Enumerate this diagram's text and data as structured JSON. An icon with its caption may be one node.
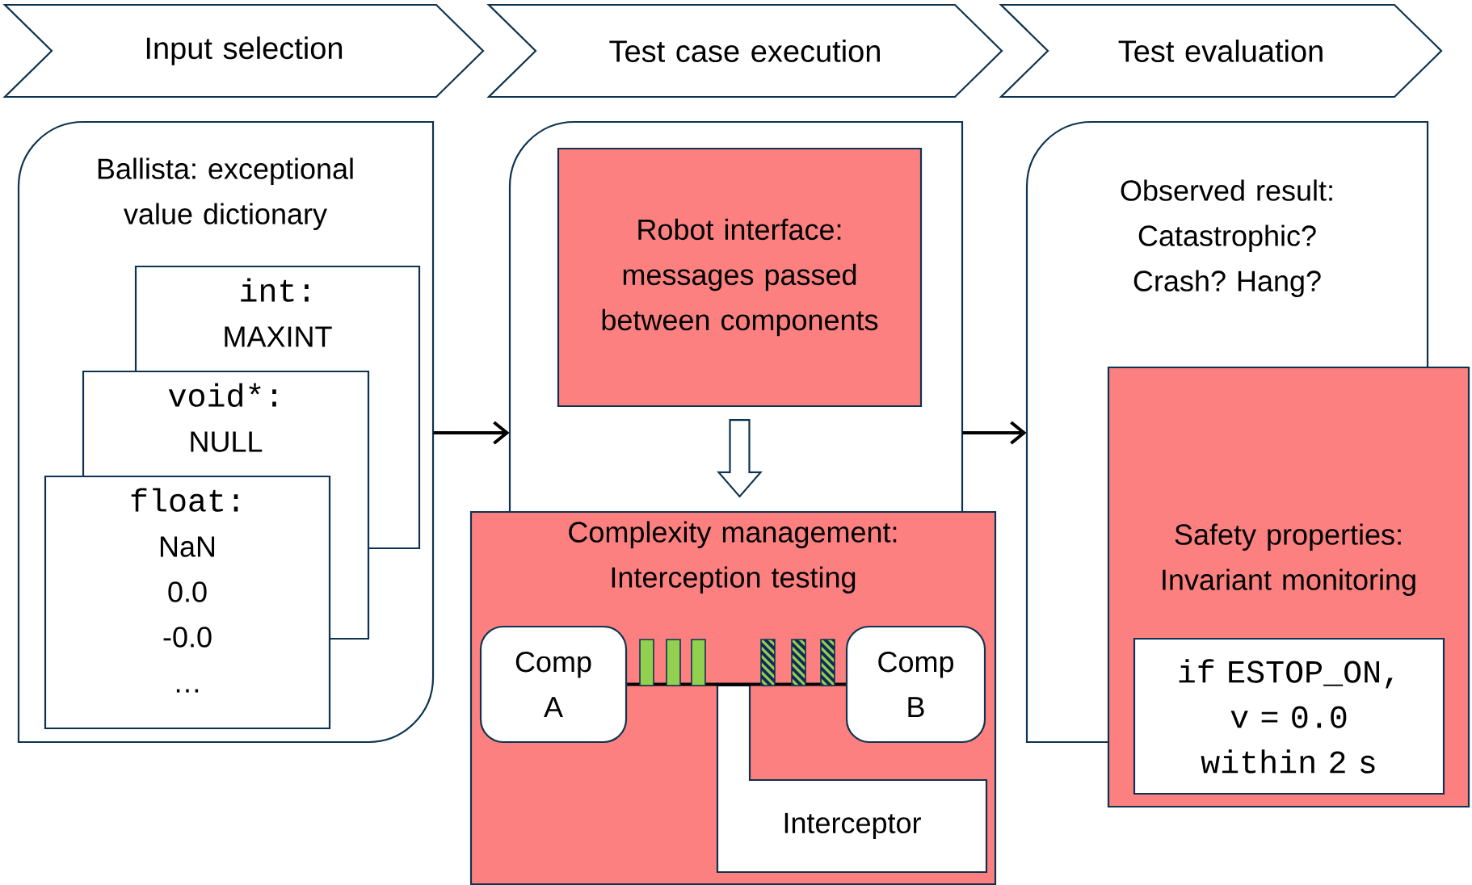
{
  "diagram": {
    "nodes": [
      {
        "text": [
          "Input selection"
        ]
      },
      {
        "text": [
          "Test case execution"
        ]
      },
      {
        "text": [
          "Test evaluation"
        ]
      },
      {
        "text": [
          "Ballista: exceptional value dictionary"
        ]
      },
      {
        "text": [
          "int:",
          "MAXINT"
        ],
        "in": 3
      },
      {
        "text": [
          "void*:",
          "NULL"
        ],
        "in": 3
      },
      {
        "text": [
          "float:",
          "NaN",
          "0.0",
          "-0.0",
          "…"
        ],
        "in": 3
      },
      {
        "text": [],
        "shape": "box"
      },
      {
        "text": [
          "Robot interface: messages passed between components"
        ],
        "in": 7
      },
      {
        "text": [
          "Complexity management: Interception testing"
        ]
      },
      {
        "text": [
          "Comp A"
        ],
        "in": 9
      },
      {
        "text": [
          "Comp B"
        ],
        "in": 9
      },
      {
        "text": [
          "Interceptor"
        ],
        "in": 9
      },
      {
        "text": [
          "Observed result: Catastrophic? Crash? Hang?"
        ]
      },
      {
        "text": [
          "Safety properties: Invariant monitoring"
        ]
      },
      {
        "text": [
          "if ESTOP_ON, v = 0.0 within 2 s"
        ],
        "in": 14
      }
    ],
    "edges": [
      {
        "from": 3,
        "to": 7,
        "arrow": "to"
      },
      {
        "from": 7,
        "to": 13,
        "arrow": "to"
      },
      {
        "from": 8,
        "to": 9,
        "arrow": "to"
      },
      {
        "from": 10,
        "to": 11,
        "arrow": "none"
      }
    ]
  }
}
